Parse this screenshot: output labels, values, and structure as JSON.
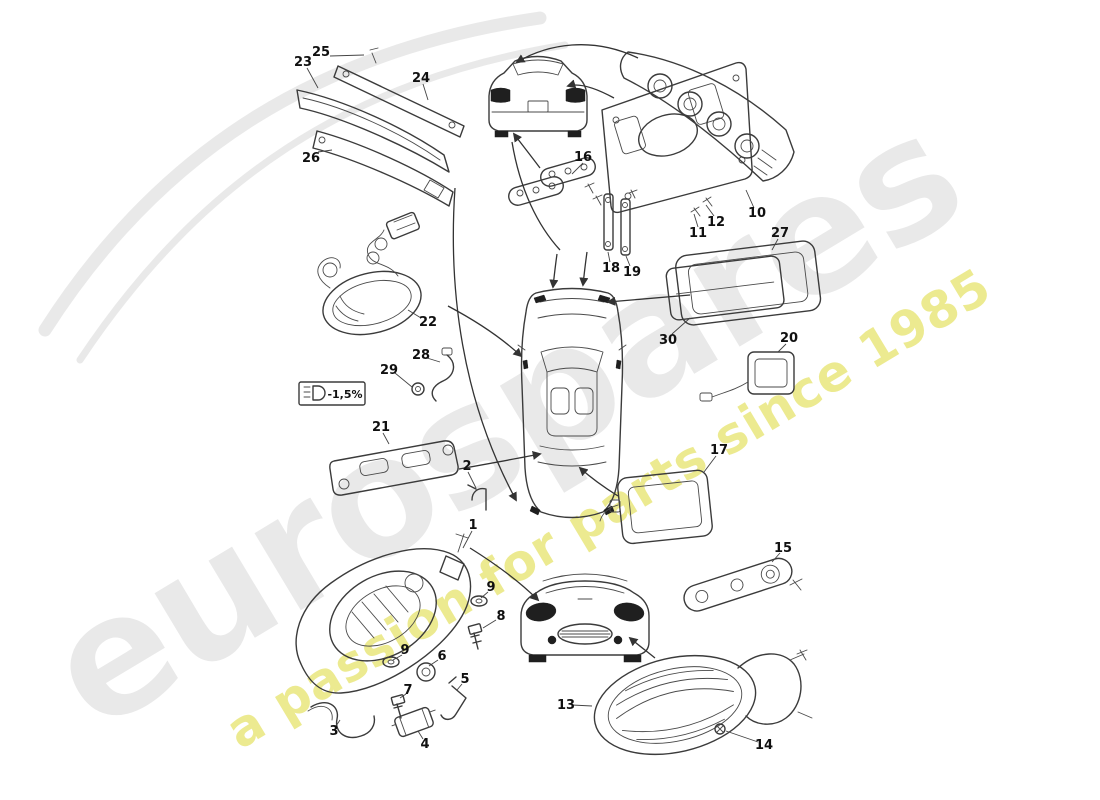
{
  "watermark": {
    "brand": "eurospares",
    "tagline": "a passion for parts since 1985"
  },
  "aim_label": {
    "text": "-1,5%"
  },
  "parts": {
    "p1": "1",
    "p2": "2",
    "p3": "3",
    "p4": "4",
    "p5": "5",
    "p6": "6",
    "p7": "7",
    "p8": "8",
    "p9": "9",
    "p10": "10",
    "p11": "11",
    "p12": "12",
    "p13": "13",
    "p14": "14",
    "p15": "15",
    "p16": "16",
    "p17": "17",
    "p18": "18",
    "p19": "19",
    "p20": "20",
    "p21": "21",
    "p22": "22",
    "p23": "23",
    "p24": "24",
    "p25": "25",
    "p26": "26",
    "p27": "27",
    "p28": "28",
    "p29": "29",
    "p30": "30"
  }
}
